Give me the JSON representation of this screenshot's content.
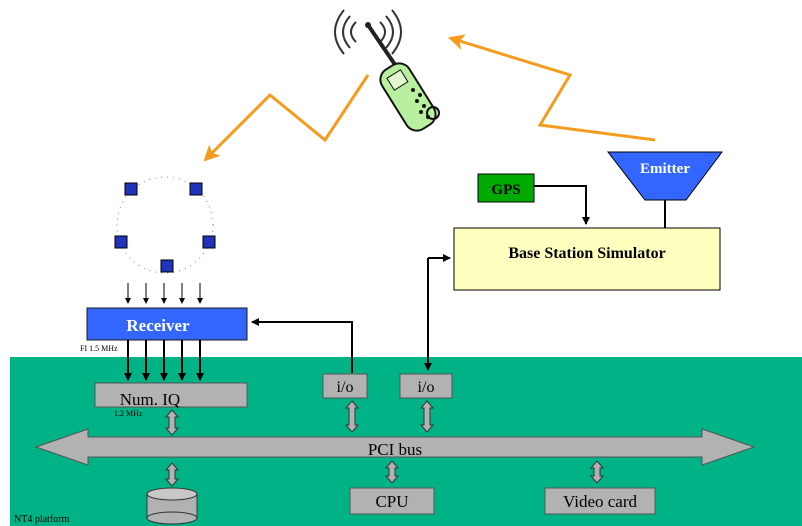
{
  "labels": {
    "emitter": "Emitter",
    "gps": "GPS",
    "base_station": "Base Station Simulator",
    "receiver": "Receiver",
    "fi": "FI 1.5 MHz",
    "num_iq": "Num. IQ",
    "sub_freq": "1.2 MHz",
    "io_left": "i/o",
    "io_right": "i/o",
    "pci_bus": "PCI bus",
    "cpu": "CPU",
    "video_card": "Video card",
    "platform": "NT4 platform"
  },
  "colors": {
    "platform": "#00B386",
    "receiver": "#3366FF",
    "emitter": "#3366FF",
    "gps": "#00AA00",
    "base_station": "#FFFFC0",
    "component": "#B2B2B2",
    "signal_arrow": "#F59B1E",
    "antenna_element": "#2233BB",
    "phone": "#B8F0A0"
  },
  "icons": {
    "phone": "mobile-phone-icon",
    "antenna": "antenna-array-icon",
    "storage": "disk-storage-icon"
  }
}
